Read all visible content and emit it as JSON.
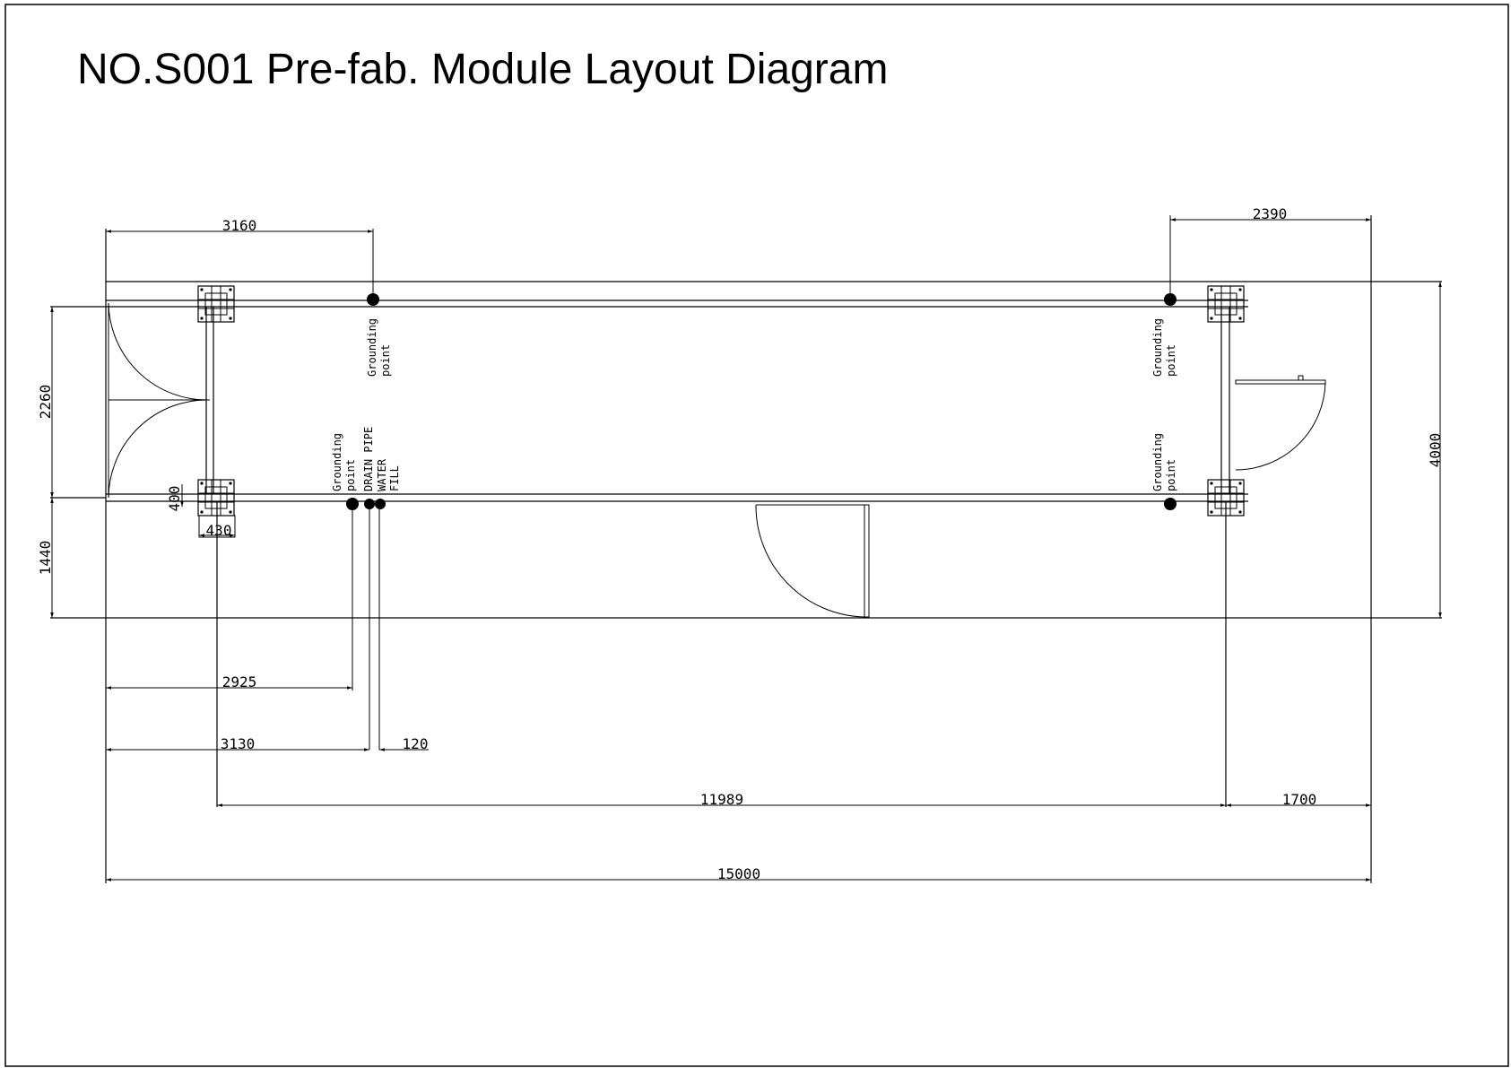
{
  "title": "NO.S001 Pre-fab. Module Layout Diagram",
  "dimensions": {
    "top_left": "3160",
    "top_right": "2390",
    "left_upper": "2260",
    "left_lower": "1440",
    "right_height": "4000",
    "small_400": "400",
    "small_430": "430",
    "d2925": "2925",
    "d3130": "3130",
    "d120": "120",
    "d11989": "11989",
    "d1700": "1700",
    "d15000": "15000"
  },
  "labels": {
    "grounding_point_1": [
      "Grounding",
      "point"
    ],
    "grounding_point_2": [
      "Grounding",
      "point"
    ],
    "grounding_point_3": [
      "Grounding",
      "point"
    ],
    "grounding_point_4": [
      "Grounding",
      "point"
    ],
    "drain_pipe": "DRAIN PIPE",
    "water_fill": [
      "WATER",
      "FILL"
    ]
  }
}
